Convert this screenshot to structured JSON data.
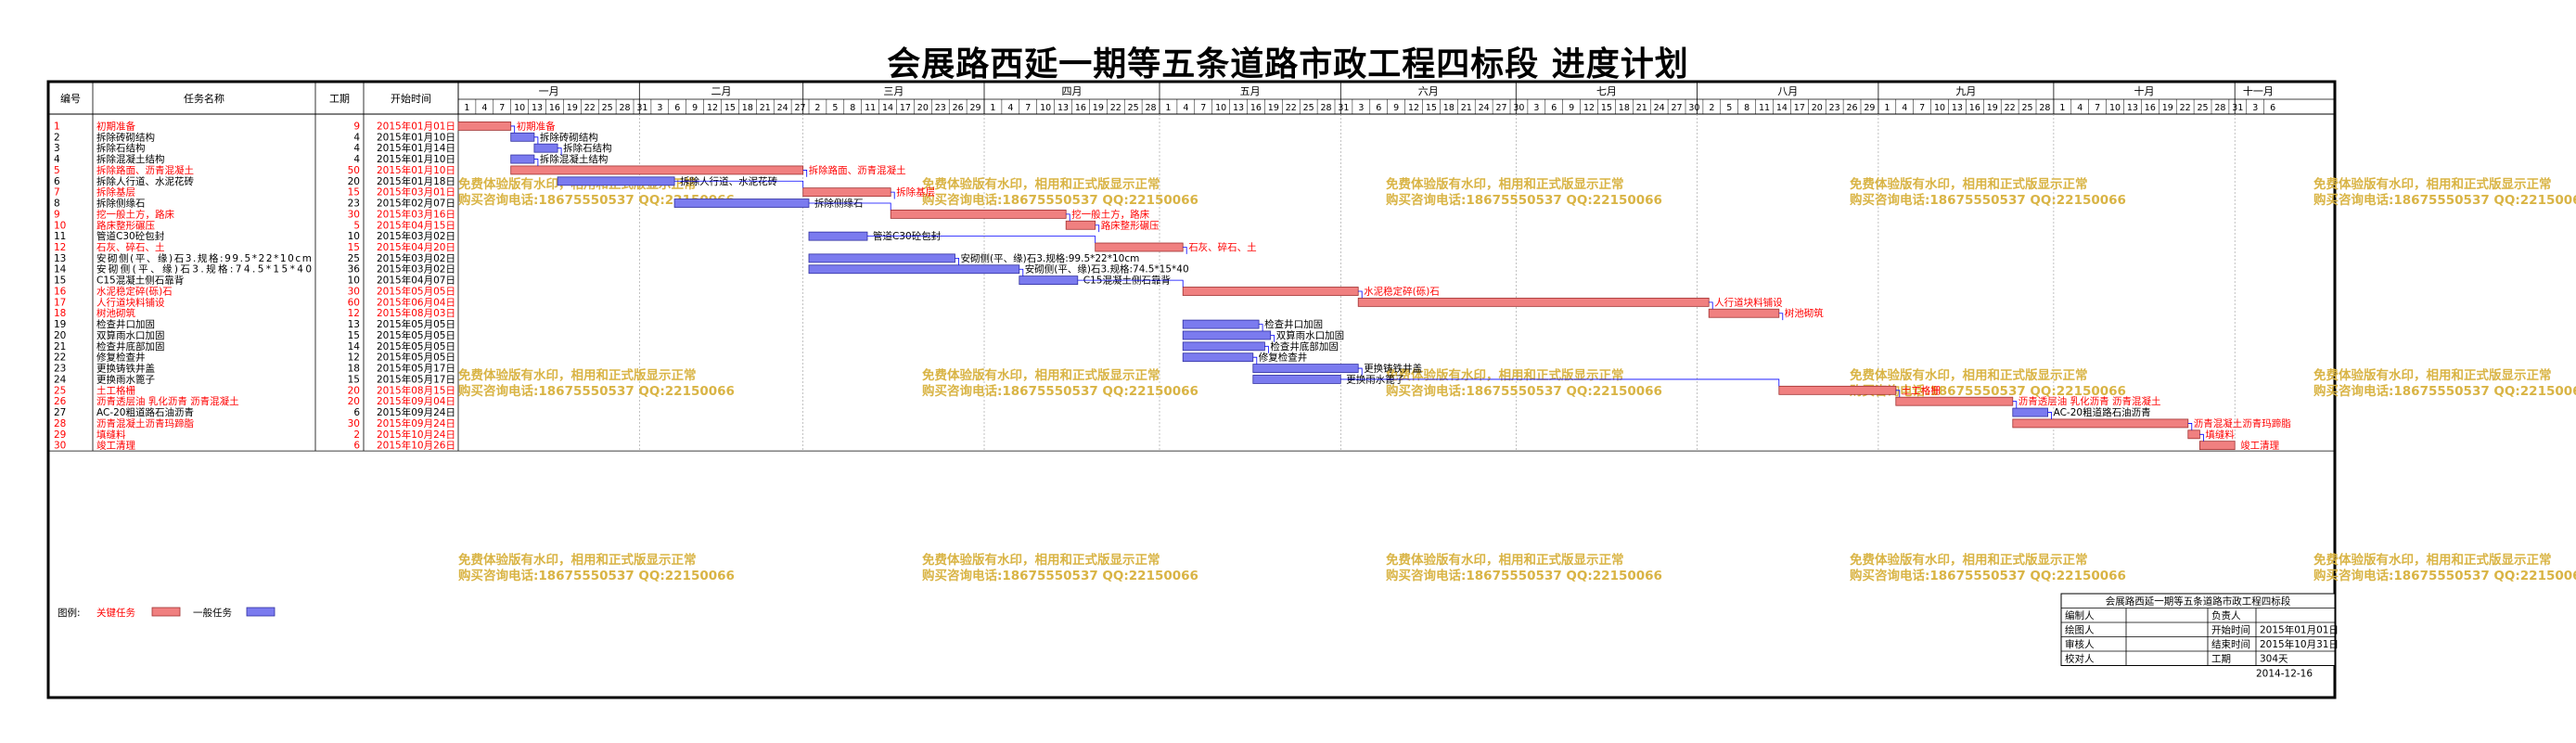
{
  "title": "会展路西延一期等五条道路市政工程四标段    进度计划",
  "columns": {
    "id": "编号",
    "name": "任务名称",
    "duration": "工期",
    "start": "开始时间"
  },
  "months": [
    "一月",
    "二月",
    "三月",
    "四月",
    "五月",
    "六月",
    "七月",
    "八月",
    "九月",
    "十月",
    "十一月"
  ],
  "legend": {
    "label": "图例:",
    "critical": "关键任务",
    "normal": "一般任务"
  },
  "colors": {
    "critical": "#f08080",
    "critical_text": "#ff0000",
    "normal": "#7b7bef",
    "link": "#0000ff",
    "watermark": "#d9b445"
  },
  "watermark_lines": [
    "免费体验版有水印，相用和正式版显示正常",
    "购买咨询电话:18675550537 QQ:22150066"
  ],
  "info_box": {
    "heading": "会展路西延一期等五条道路市政工程四标段",
    "rows": [
      [
        "编制人",
        "",
        "负责人",
        ""
      ],
      [
        "绘图人",
        "",
        "开始时间",
        "2015年01月01日"
      ],
      [
        "审核人",
        "",
        "结束时间",
        "2015年10月31日"
      ],
      [
        "校对人",
        "",
        "工期",
        "304天"
      ]
    ],
    "date": "2014-12-16"
  },
  "chart_data": {
    "type": "gantt",
    "timeline_start": "2015-01-01",
    "timeline_end": "2015-11-09",
    "tasks": [
      {
        "id": "1",
        "name": "初期准备",
        "duration": 9,
        "start": "2015年01月01日",
        "critical": true
      },
      {
        "id": "2",
        "name": "拆除砖砌结构",
        "duration": 4,
        "start": "2015年01月10日",
        "critical": false
      },
      {
        "id": "3",
        "name": "拆除石结构",
        "duration": 4,
        "start": "2015年01月14日",
        "critical": false
      },
      {
        "id": "4",
        "name": "拆除混凝土结构",
        "duration": 4,
        "start": "2015年01月10日",
        "critical": false
      },
      {
        "id": "5",
        "name": "拆除路面、沥青混凝土",
        "duration": 50,
        "start": "2015年01月10日",
        "critical": true
      },
      {
        "id": "6",
        "name": "拆除人行道、水泥花砖",
        "duration": 20,
        "start": "2015年01月18日",
        "critical": false
      },
      {
        "id": "7",
        "name": "拆除基层",
        "duration": 15,
        "start": "2015年03月01日",
        "critical": true
      },
      {
        "id": "8",
        "name": "拆除侧缘石",
        "duration": 23,
        "start": "2015年02月07日",
        "critical": false
      },
      {
        "id": "9",
        "name": "挖一般土方，路床",
        "duration": 30,
        "start": "2015年03月16日",
        "critical": true
      },
      {
        "id": "10",
        "name": "路床整形碾压",
        "duration": 5,
        "start": "2015年04月15日",
        "critical": true
      },
      {
        "id": "11",
        "name": "管道C30砼包封",
        "duration": 10,
        "start": "2015年03月02日",
        "critical": false
      },
      {
        "id": "12",
        "name": "石灰、碎石、土",
        "duration": 15,
        "start": "2015年04月20日",
        "critical": true
      },
      {
        "id": "13",
        "name": "安砌侧(平、缘)石3.规格:99.5*22*10cm",
        "duration": 25,
        "start": "2015年03月02日",
        "critical": false
      },
      {
        "id": "14",
        "name": "安砌侧(平、缘)石3.规格:74.5*15*40",
        "duration": 36,
        "start": "2015年03月02日",
        "critical": false
      },
      {
        "id": "15",
        "name": "C15混凝土侧石靠背",
        "duration": 10,
        "start": "2015年04月07日",
        "critical": false
      },
      {
        "id": "16",
        "name": "水泥稳定碎(砾)石",
        "duration": 30,
        "start": "2015年05月05日",
        "critical": true
      },
      {
        "id": "17",
        "name": "人行道块料铺设",
        "duration": 60,
        "start": "2015年06月04日",
        "critical": true
      },
      {
        "id": "18",
        "name": "树池砌筑",
        "duration": 12,
        "start": "2015年08月03日",
        "critical": true
      },
      {
        "id": "19",
        "name": "检查井口加固",
        "duration": 13,
        "start": "2015年05月05日",
        "critical": false
      },
      {
        "id": "20",
        "name": "双算雨水口加固",
        "duration": 15,
        "start": "2015年05月05日",
        "critical": false
      },
      {
        "id": "21",
        "name": "检查井底部加固",
        "duration": 14,
        "start": "2015年05月05日",
        "critical": false
      },
      {
        "id": "22",
        "name": "修复检查井",
        "duration": 12,
        "start": "2015年05月05日",
        "critical": false
      },
      {
        "id": "23",
        "name": "更换铸铁井盖",
        "duration": 18,
        "start": "2015年05月17日",
        "critical": false
      },
      {
        "id": "24",
        "name": "更换雨水篦子",
        "duration": 15,
        "start": "2015年05月17日",
        "critical": false
      },
      {
        "id": "25",
        "name": "土工格栅",
        "duration": 20,
        "start": "2015年08月15日",
        "critical": true
      },
      {
        "id": "26",
        "name": "沥青透层油 乳化沥青 沥青混凝土",
        "duration": 20,
        "start": "2015年09月04日",
        "critical": true
      },
      {
        "id": "27",
        "name": "AC-20粗道路石油沥青",
        "duration": 6,
        "start": "2015年09月24日",
        "critical": false
      },
      {
        "id": "28",
        "name": "沥青混凝土沥青玛蹄脂",
        "duration": 30,
        "start": "2015年09月24日",
        "critical": true
      },
      {
        "id": "29",
        "name": "填缝料",
        "duration": 2,
        "start": "2015年10月24日",
        "critical": true
      },
      {
        "id": "30",
        "name": "竣工清理",
        "duration": 6,
        "start": "2015年10月26日",
        "critical": true
      }
    ]
  }
}
